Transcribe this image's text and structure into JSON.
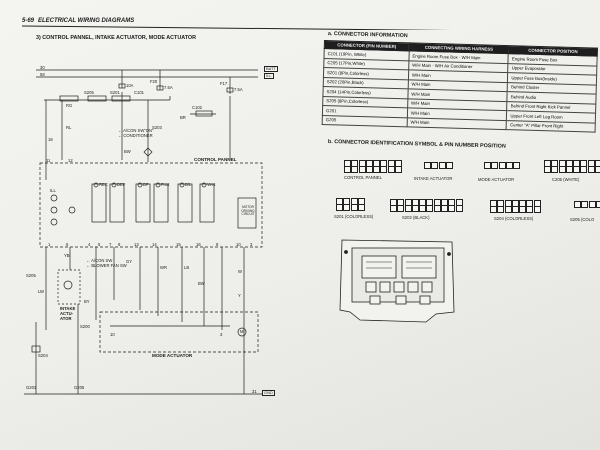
{
  "header": {
    "page_number": "5-69",
    "title": "ELECTRICAL WIRING DIAGRAMS"
  },
  "section_title": "3)  CONTROL PANNEL, INTAKE ACTUATOR, MODE ACTUATOR",
  "diagram": {
    "batt_label": "BATT",
    "ill_label": "ILL",
    "batt_num": "30",
    "ill_num": "58",
    "fuse_left": "10A",
    "fuse_mid": "7.5A",
    "fuse_right": "7.5A",
    "f_left": "F20",
    "f_right": "F17",
    "s205_top": "S205",
    "s201_top": "S201",
    "c101": "C101",
    "c102": "C102",
    "aircon_note": "← A/CON SW\"ON\"\n← CONDITIONER",
    "s203": "S203",
    "wire_bw": "BW",
    "wire_br": "BR",
    "wire_rg": "RG",
    "wire_rl": "RL",
    "control_pannel_label": "CONTROL PANNEL",
    "ill": "ILL",
    "mode_labels": [
      "REC",
      "DEF",
      "DF",
      "Foot",
      "B/L",
      "Vent"
    ],
    "motor_box": "MOTOR DRIVING CIRCUIT",
    "pin_numbers": [
      "11",
      "12",
      "1",
      "6",
      "4",
      "5",
      "7",
      "8",
      "13",
      "14",
      "15",
      "16",
      "9",
      "10",
      "3"
    ],
    "aircon_sw": "← A/CON SW\n← BLOWER FAN SW",
    "s205_mid": "S205",
    "wire_yb": "YB",
    "wire_lw": "LW",
    "wire_by": "BY",
    "wire_gy": "GY",
    "wire_wr": "WR",
    "wire_lb": "LB",
    "wire_bw2": "BW",
    "wire_w": "W",
    "wire_y": "Y",
    "intake_actuator": "INTAKE\nACTU-\nATOR",
    "s200": "S200",
    "s204": "S204",
    "g201": "G201",
    "g205": "G205",
    "mode_actuator_label": "MODE ACTUATOR",
    "gnd_num": "31",
    "gnd_label": "GND",
    "bottom_nums": [
      "10",
      "3"
    ],
    "m_label": "M",
    "rg_num": "18"
  },
  "connector_info": {
    "title": "a.  CONNECTOR INFORMATION",
    "headers": [
      "CONNECTOR (PIN NUMBER)",
      "CONNECTING WIRING HARNESS",
      "CONNECTOR POSITION"
    ],
    "rows": [
      [
        "C101 (19Pin, White)",
        "Engine Room Fuse Box - W/H Main",
        "Engine Room Fuse Box"
      ],
      [
        "C205 (17Pin,White)",
        "W/H Main - W/H Air Conditioner",
        "Upper Evaporator"
      ],
      [
        "S201 (8Pin,Colorless)",
        "W/H Main",
        "Upper Fuse Box(Inside)"
      ],
      [
        "S202 (20Pin,Black)",
        "W/H Main",
        "Behind Cluster"
      ],
      [
        "S204 (14Pin,Colorless)",
        "W/H Main",
        "Behind Audio"
      ],
      [
        "S205 (8Pin,Colorless)",
        "W/H Main",
        "Behind Front Right Kick Pannel"
      ],
      [
        "G201",
        "W/H Main",
        "Upper Front Left Leg Room"
      ],
      [
        "G205",
        "W/H Main",
        "Center \"A\" Pillar Front Right"
      ]
    ]
  },
  "connector_symbols": {
    "title": "b.  CONNECTOR IDENTIFICATION SYMBOL & PIN NUMBER POSITION",
    "labels_row1": [
      "CONTROL PANNEL",
      "INTAKE ACTUATOR",
      "MODE ACTUATOR",
      "C205 (WHITE)"
    ],
    "labels_row2": [
      "S201 (COLORLESS)",
      "S202 (BLACK)",
      "S204 (COLORLESS)",
      "S205 (COLO"
    ]
  },
  "colors": {
    "ink": "#1a1a1a",
    "paper": "#f1f1ee",
    "table_header": "#1e1e1e"
  }
}
